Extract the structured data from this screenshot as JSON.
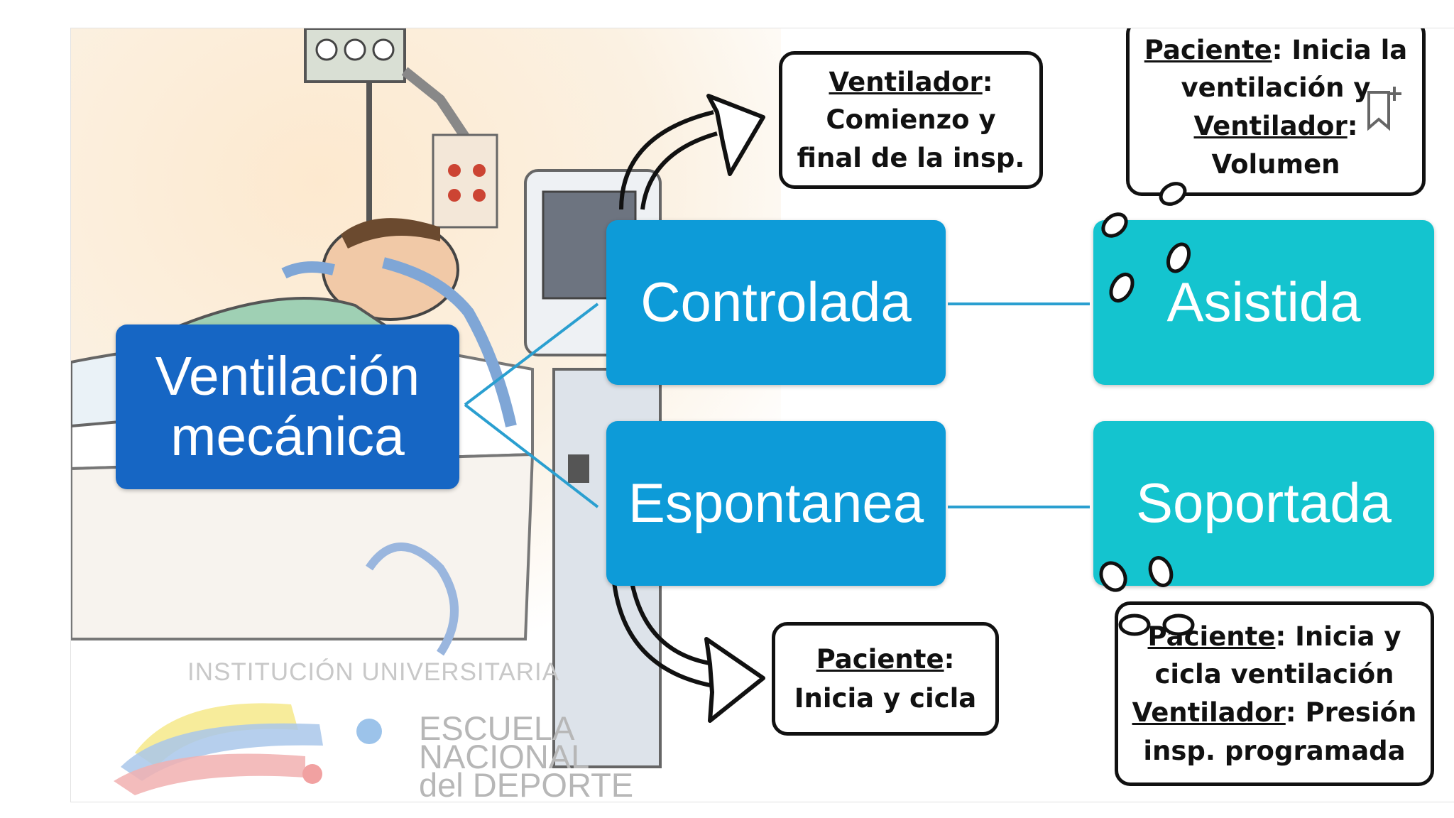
{
  "root": {
    "label": "Ventilación\nmecánica",
    "color": "#1666c4"
  },
  "modes": [
    {
      "label": "Controlada",
      "color": "#0d9bd8"
    },
    {
      "label": "Espontanea",
      "color": "#0d9bd8"
    },
    {
      "label": "Asistida",
      "color": "#14c4cf"
    },
    {
      "label": "Soportada",
      "color": "#14c4cf"
    }
  ],
  "notes": {
    "controlada": {
      "title": "Ventilador",
      "suffix": ":",
      "lines": [
        "Comienzo y",
        "final de la insp."
      ]
    },
    "asistida": {
      "l1_title": "Paciente",
      "l1_rest": ": Inicia la",
      "l2": "ventilación y",
      "l3_title": "Ventilador",
      "l3_rest": ":",
      "l4": "Volumen"
    },
    "espontanea": {
      "title": "Paciente",
      "suffix": ":",
      "lines": [
        "Inicia y cicla"
      ]
    },
    "soportada": {
      "l1_title": "Paciente",
      "l1_rest": ": Inicia y",
      "l2": "cicla ventilación",
      "l3_title": "Ventilador",
      "l3_rest": ": Presión",
      "l4": "insp. programada"
    }
  },
  "logo": {
    "top_text": "INSTITUCIÓN UNIVERSITARIA",
    "lines": [
      "ESCUELA",
      "NACIONAL",
      "del DEPORTE"
    ]
  },
  "colors": {
    "connector": "#2a9fd0",
    "note_border": "#111111"
  },
  "icons": [
    "bookmark-add-icon",
    "footprints-icon"
  ]
}
